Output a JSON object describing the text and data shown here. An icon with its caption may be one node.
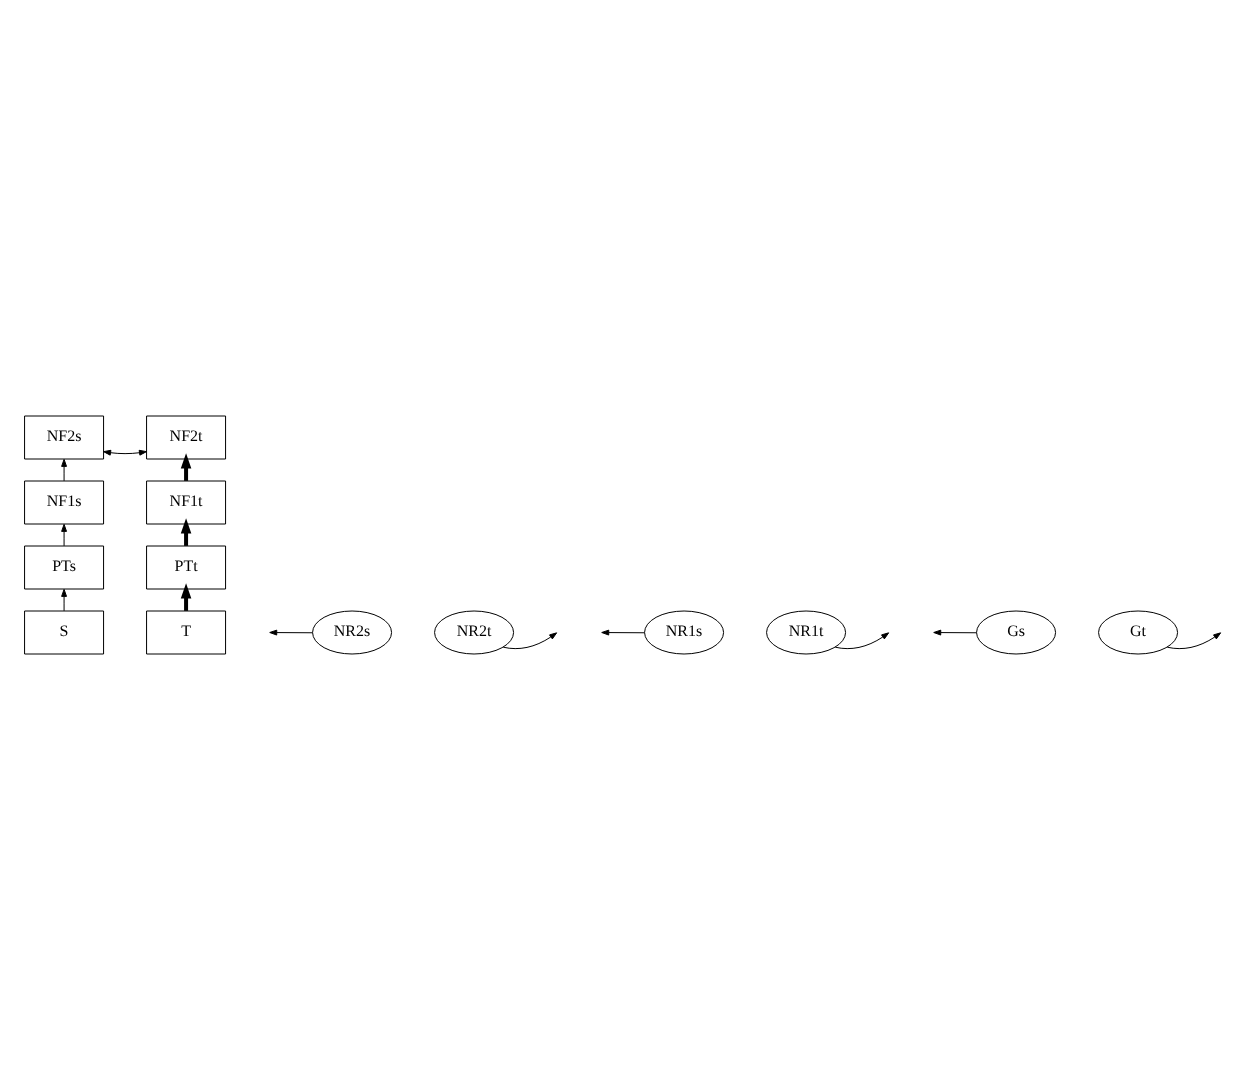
{
  "diagram": {
    "nodes": [
      {
        "text": [
          "NF2s"
        ]
      },
      {
        "text": [
          "NF2t"
        ]
      },
      {
        "text": [
          "NR2s"
        ]
      },
      {
        "text": [
          "NR2t"
        ]
      },
      {
        "text": [
          "NF1s"
        ]
      },
      {
        "text": [
          "NF1t"
        ]
      },
      {
        "text": [
          "NR1s"
        ]
      },
      {
        "text": [
          "NR1t"
        ]
      },
      {
        "text": [
          "PTs"
        ]
      },
      {
        "text": [
          "PTt"
        ]
      },
      {
        "text": [
          "Gs"
        ]
      },
      {
        "text": [
          "Gt"
        ]
      },
      {
        "text": [
          "S"
        ]
      },
      {
        "text": [
          "T"
        ]
      }
    ],
    "edges": [
      {
        "from": 0,
        "to": 1,
        "arrow": "both"
      },
      {
        "from": 12,
        "to": 8,
        "arrow": "to"
      },
      {
        "from": 8,
        "to": 4,
        "arrow": "to"
      },
      {
        "from": 4,
        "to": 0,
        "arrow": "to"
      },
      {
        "from": 10,
        "to": null,
        "arrow": "to"
      },
      {
        "from": 6,
        "to": null,
        "arrow": "to"
      },
      {
        "from": 2,
        "to": null,
        "arrow": "to"
      },
      {
        "from": 13,
        "to": 9,
        "arrow": "to",
        "style": "thick"
      },
      {
        "from": 9,
        "to": 5,
        "arrow": "to",
        "style": "thick"
      },
      {
        "from": 5,
        "to": 1,
        "arrow": "to",
        "style": "thick"
      },
      {
        "from": 11,
        "to": null,
        "arrow": "to"
      },
      {
        "from": 7,
        "to": null,
        "arrow": "to"
      },
      {
        "from": 3,
        "to": null,
        "arrow": "to"
      }
    ]
  }
}
